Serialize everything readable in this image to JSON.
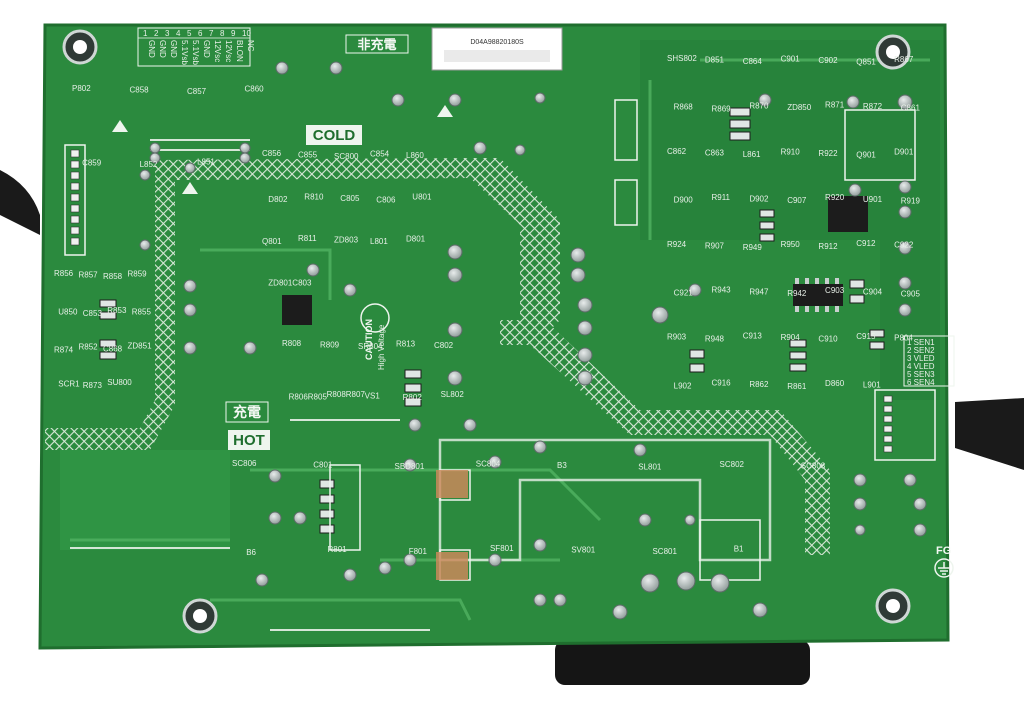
{
  "board": {
    "colors": {
      "substrate": "#2b8a3e",
      "substrate_dark": "#1f6e2e",
      "copper_hatch": "#d9e8d9",
      "silkscreen": "#eef5ee",
      "pad": "#b8c2c0",
      "cable": "#1a1a1a"
    },
    "labels": {
      "cold": "COLD",
      "hot": "HOT",
      "non_charge_cn": "非充電",
      "charge_cn": "充電",
      "caution": "CAUTION",
      "high_voltage": "High Voltage",
      "fg": "FG"
    },
    "barcode_text": "D04A98820180S",
    "pin_table": {
      "numbers": [
        "1",
        "2",
        "3",
        "4",
        "5",
        "6",
        "7",
        "8",
        "9",
        "10"
      ],
      "signals": [
        "GND",
        "GND",
        "GND",
        "5.1Vsb",
        "5.1Vsb",
        "GND",
        "12Vsc",
        "12Vsc",
        "BLON",
        "NC"
      ]
    },
    "sen_connector": [
      "1 SEN1",
      "2 SEN2",
      "3 VLED",
      "4 VLED",
      "5 SEN3",
      "6 SEN4"
    ],
    "ref_designators": {
      "top_left": [
        "P802",
        "C858",
        "C857",
        "C860",
        "C859",
        "L852",
        "L851"
      ],
      "left": [
        "R856",
        "R857",
        "R858",
        "R859",
        "U850",
        "C853",
        "R853",
        "R855",
        "R874",
        "R852",
        "C868",
        "ZD851",
        "SCR1",
        "R873",
        "SU800"
      ],
      "top_middle": [
        "C856",
        "C855",
        "SC800",
        "C854",
        "L860",
        "D802",
        "R810",
        "C805",
        "C806",
        "U801",
        "Q801",
        "R811",
        "ZD803",
        "L801",
        "D801",
        "ZD801C803"
      ],
      "center": [
        "R808",
        "R809",
        "SR804",
        "R813",
        "C802",
        "R806R805",
        "R808R807",
        "VS1",
        "R802",
        "SL802"
      ],
      "top_right": [
        "SHS802",
        "D851",
        "C864",
        "C901",
        "C902",
        "Q851",
        "R867",
        "R868",
        "R869",
        "R870",
        "ZD850",
        "R871",
        "R872",
        "C861",
        "C862",
        "C863",
        "L861",
        "R910",
        "R922",
        "Q901",
        "D901",
        "D900",
        "R911",
        "D902",
        "C907",
        "R920",
        "U901",
        "R919",
        "R924",
        "R907",
        "R949",
        "R950",
        "R912",
        "C912",
        "C922",
        "C921",
        "R943",
        "R947",
        "R942",
        "C903",
        "C904",
        "C905",
        "R903",
        "R948",
        "C913",
        "R904",
        "C910",
        "C915",
        "P804",
        "L902",
        "C916",
        "R862",
        "R861",
        "D860",
        "L901"
      ],
      "bottom": [
        "SC806",
        "C801",
        "SBD801",
        "SC804",
        "B3",
        "SL801",
        "SC802",
        "SC808",
        "B6",
        "R801",
        "F801",
        "SF801",
        "SV801",
        "SC801",
        "B1"
      ]
    }
  }
}
